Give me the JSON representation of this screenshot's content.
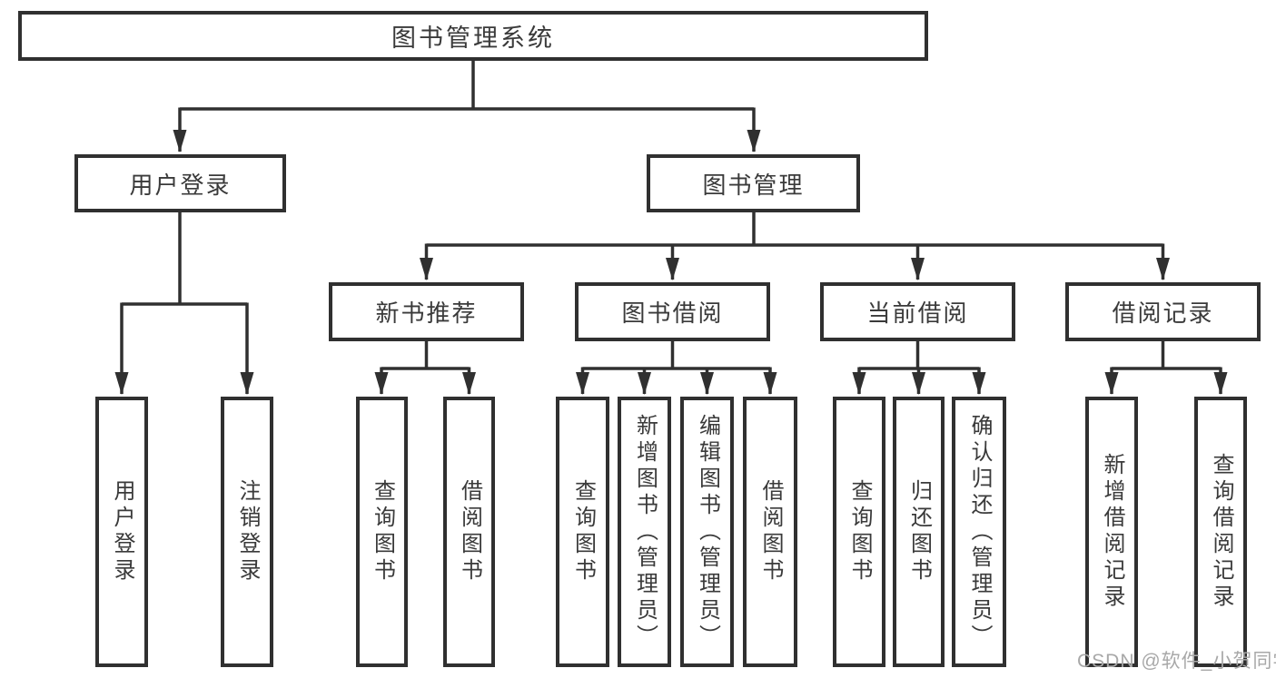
{
  "diagram": {
    "root": {
      "label": "图书管理系统"
    },
    "level2": [
      {
        "label": "用户登录"
      },
      {
        "label": "图书管理"
      }
    ],
    "level3": [
      {
        "label": "新书推荐"
      },
      {
        "label": "图书借阅"
      },
      {
        "label": "当前借阅"
      },
      {
        "label": "借阅记录"
      }
    ],
    "leaves": {
      "userLogin": [
        "用户登录",
        "注销登录"
      ],
      "newBookRecommend": [
        "查询图书",
        "借阅图书"
      ],
      "bookBorrow": [
        "查询图书",
        "新增图书（管理员）",
        "编辑图书（管理员）",
        "借阅图书"
      ],
      "currentBorrow": [
        "查询图书",
        "归还图书",
        "确认归还（管理员）"
      ],
      "borrowRecords": [
        "新增借阅记录",
        "查询借阅记录"
      ]
    }
  },
  "watermark": {
    "text": "CSDN @软件_小贺同学"
  },
  "colors": {
    "line": "#303030",
    "text": "#3a3a3a",
    "watermark": "#a8a8a8",
    "background": "#ffffff"
  }
}
